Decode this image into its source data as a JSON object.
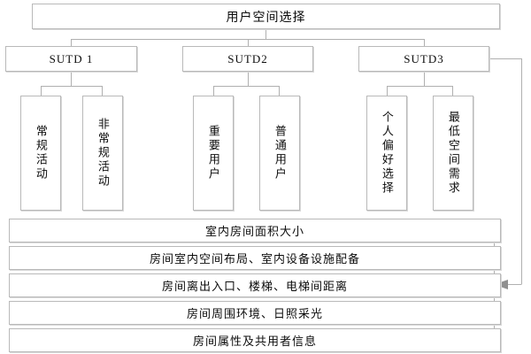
{
  "diagram": {
    "type": "tree-hierarchy-flowchart",
    "title": "用户空间选择",
    "colors": {
      "box_border": "#b9b9b9",
      "box_fill": "#ffffff",
      "connector": "#b0b0b0",
      "arrow": "#909090",
      "text": "#0d0d0d"
    },
    "root": {
      "label": "用户空间选择"
    },
    "level1": [
      {
        "label": "SUTD 1"
      },
      {
        "label": "SUTD2"
      },
      {
        "label": "SUTD3"
      }
    ],
    "leaves": [
      {
        "label": "常规活动"
      },
      {
        "label": "非常规活动"
      },
      {
        "label": "重要用户"
      },
      {
        "label": "普通用户"
      },
      {
        "label": "个人偏好选择"
      },
      {
        "label": "最低空间需求"
      }
    ],
    "attributes": [
      {
        "label": "室内房间面积大小"
      },
      {
        "label": "房间室内空间布局、室内设备设施配备"
      },
      {
        "label": "房间离出入口、楼梯、电梯间距离"
      },
      {
        "label": "房间周围环境、日照采光"
      },
      {
        "label": "房间属性及共用者信息"
      }
    ]
  }
}
